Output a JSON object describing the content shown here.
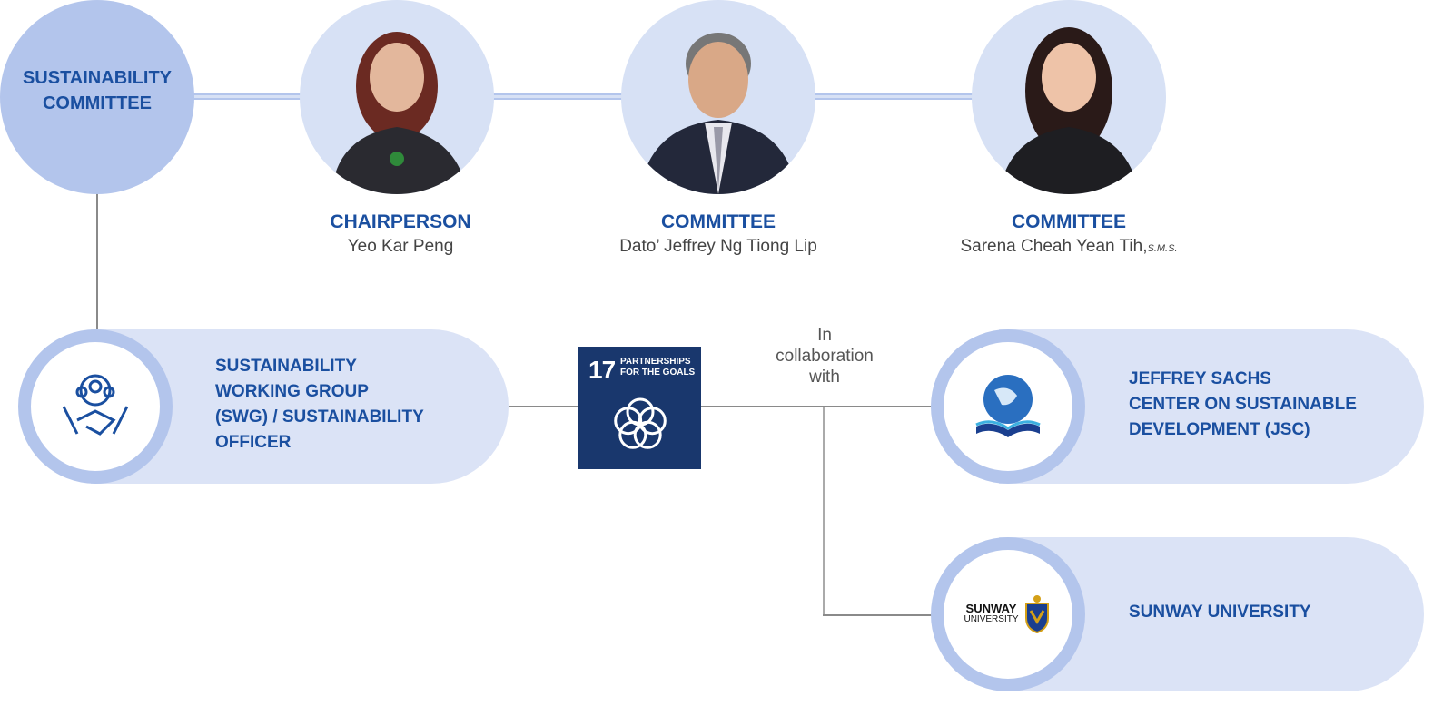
{
  "committee": {
    "title_line1": "SUSTAINABILITY",
    "title_line2": "COMMITTEE"
  },
  "members": [
    {
      "role": "CHAIRPERSON",
      "name": "Yeo Kar Peng"
    },
    {
      "role": "COMMITTEE",
      "name": "Dato’ Jeffrey Ng Tiong Lip"
    },
    {
      "role": "COMMITTEE",
      "name": "Sarena Cheah Yean Tih,",
      "suffix": "S.M.S."
    }
  ],
  "swg": {
    "lines": [
      "SUSTAINABILITY",
      "WORKING GROUP",
      "(SWG) / SUSTAINABILITY",
      "OFFICER"
    ]
  },
  "sdg": {
    "number": "17",
    "line1": "PARTNERSHIPS",
    "line2": "FOR THE GOALS"
  },
  "collab": {
    "line1": "In",
    "line2": "collaboration",
    "line3": "with"
  },
  "jsc": {
    "lines": [
      "JEFFREY SACHS",
      "CENTER ON SUSTAINABLE",
      "DEVELOPMENT (JSC)"
    ]
  },
  "sunway": {
    "label": "SUNWAY UNIVERSITY",
    "logo_line1": "SUNWAY",
    "logo_line2": "UNIVERSITY"
  },
  "colors": {
    "brand": "#1a4fa0",
    "circle": "#b3c5ec",
    "pill": "#dbe3f6",
    "sdg": "#19376d"
  }
}
